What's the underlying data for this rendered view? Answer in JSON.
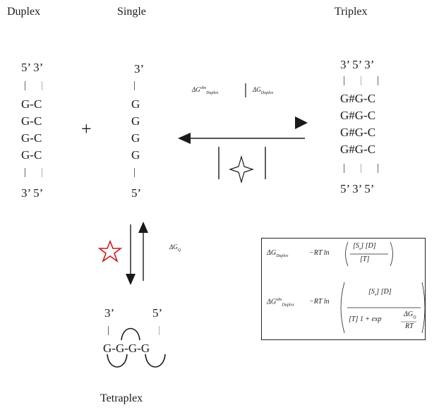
{
  "headers": {
    "duplex": "Duplex",
    "single": "Single",
    "triplex": "Triplex",
    "tetraplex": "Tetraplex"
  },
  "duplex": {
    "top": "5’ 3’",
    "pairs": [
      "G-C",
      "G-C",
      "G-C",
      "G-C"
    ],
    "bottom": "3’ 5’"
  },
  "single": {
    "top": "3’",
    "bases": [
      "G",
      "G",
      "G",
      "G"
    ],
    "bottom": "5’"
  },
  "triplex": {
    "top": "3’ 5’ 3’",
    "triples": [
      "G#G-C",
      "G#G-C",
      "G#G-C",
      "G#G-C"
    ],
    "bottom": "5’ 3’ 5’"
  },
  "tetraplex": {
    "top_left": "3’",
    "top_right": "5’",
    "strand": "G-G-G-G"
  },
  "plus": "+",
  "labels": {
    "dg_obs_duplex": "ΔG",
    "dg_obs_sup": "obs",
    "dg_obs_sub": "Duplex",
    "dg_duplex": "ΔG",
    "dg_duplex_sub": "Duplex",
    "dg_q": "ΔG",
    "dg_q_sub": "Q"
  },
  "equations": {
    "eq1_lhs": "ΔG",
    "eq1_lhs_sub": "Duplex",
    "eq1_rhs": "−RT ln",
    "eq1_num": "[S",
    "eq1_num2": "] [D]",
    "eq1_den": "[T]",
    "eq2_lhs": "ΔG",
    "eq2_lhs_sup": "obs",
    "eq2_lhs_sub": "Duplex",
    "eq2_rhs": "−RT ln",
    "eq2_num": "[S",
    "eq2_num2": "] [D]",
    "eq2_den": "[T]",
    "eq2_den_inner": "1 + exp",
    "eq2_frac_num": "ΔG",
    "eq2_frac_num_sub": "Q",
    "eq2_frac_den": "RT"
  },
  "colors": {
    "ink": "#1a1a1a",
    "tick_grey": "#999999",
    "star": "#d01818"
  }
}
